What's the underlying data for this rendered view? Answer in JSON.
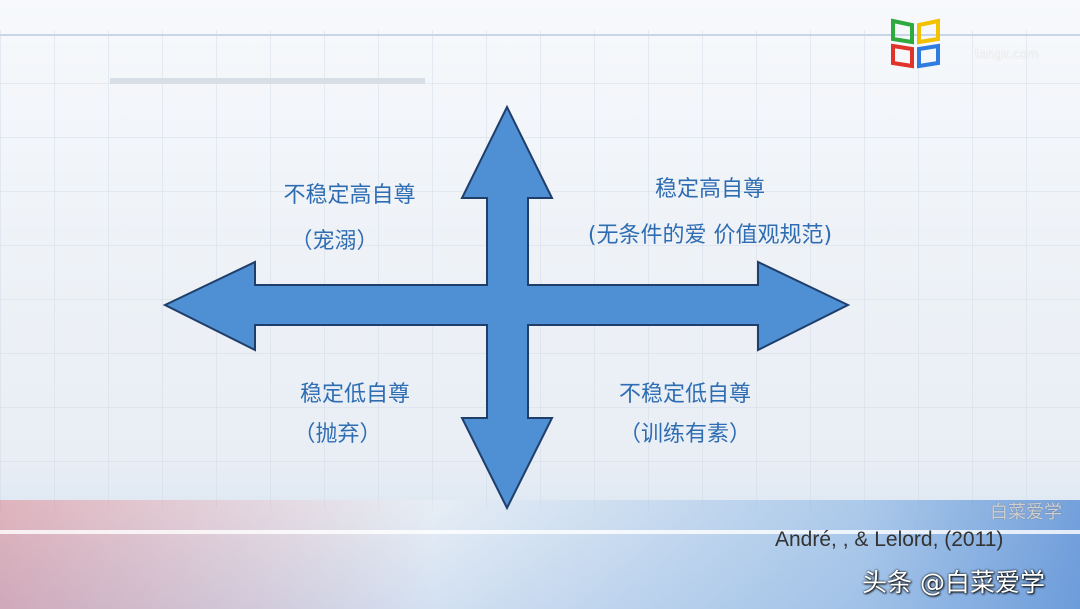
{
  "quadrants": {
    "top_left": {
      "title": "不稳定高自尊",
      "subtitle": "（宠溺）"
    },
    "top_right": {
      "title": "稳定高自尊",
      "subtitle": "(无条件的爱  价值观规范)"
    },
    "bottom_left": {
      "title": "稳定低自尊",
      "subtitle": "（抛弃）"
    },
    "bottom_right": {
      "title": "不稳定低自尊",
      "subtitle": "（训练有素）"
    }
  },
  "citation": "André, , & Lelord, (2011)",
  "watermark": {
    "main": "头条 @白菜爱学",
    "secondary": "白菜爱学"
  },
  "logo": {
    "text": "tangx.com",
    "colors": [
      "#2eaa3f",
      "#f2c200",
      "#e0342b",
      "#2f7de0"
    ]
  },
  "colors": {
    "arrow_fill": "#4f8fd3",
    "arrow_stroke": "#1f3f6a",
    "text": "#2f6db3"
  }
}
